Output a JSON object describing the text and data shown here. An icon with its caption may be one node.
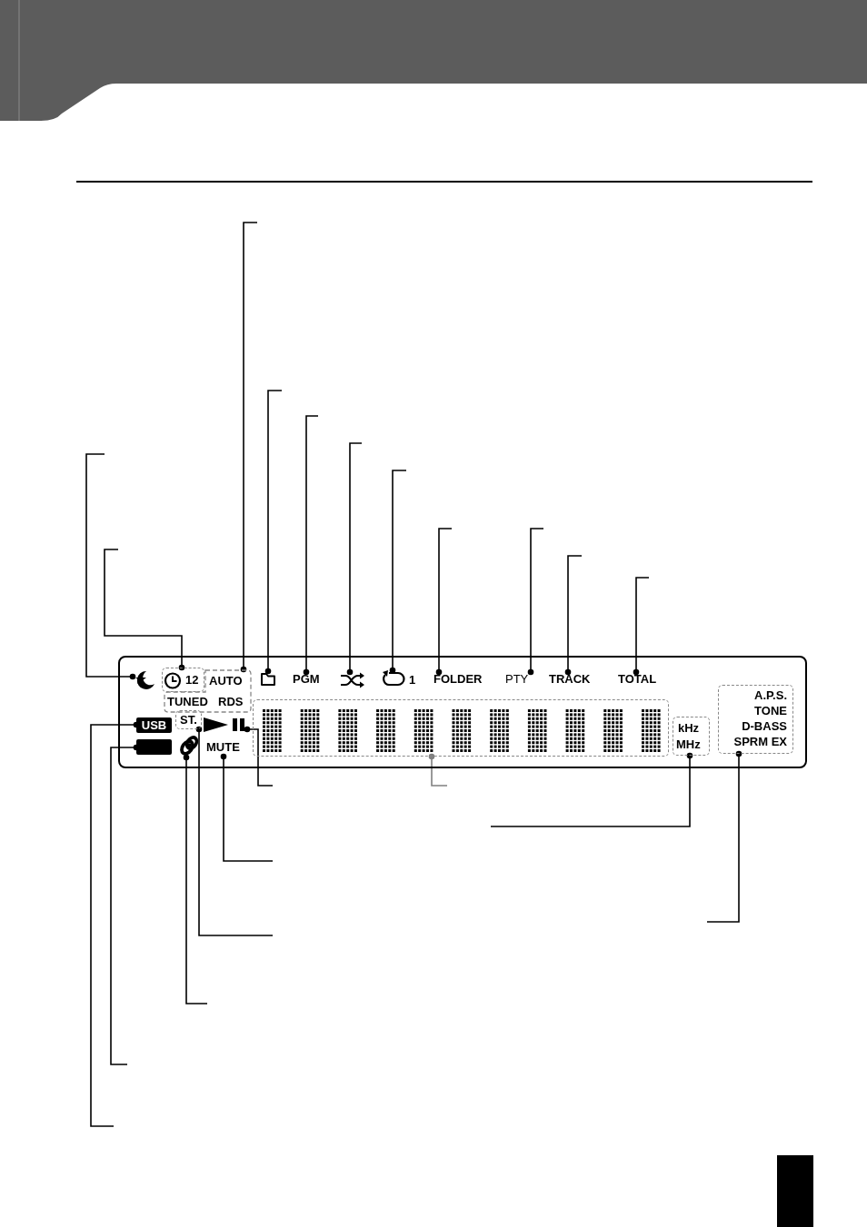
{
  "diagram": {
    "nodes": [
      {
        "text": [],
        "shape": "box"
      },
      {
        "text": [],
        "shape": "picture",
        "in": 0
      },
      {
        "text": [
          "12"
        ],
        "in": 0
      },
      {
        "text": [
          "AUTO",
          "TUNED",
          "RDS"
        ],
        "in": 0
      },
      {
        "text": [],
        "shape": "picture",
        "in": 0
      },
      {
        "text": [
          "PGM"
        ],
        "in": 0
      },
      {
        "text": [],
        "shape": "picture",
        "in": 0
      },
      {
        "text": [
          "1"
        ],
        "in": 0
      },
      {
        "text": [
          "FOLDER"
        ],
        "in": 0
      },
      {
        "text": [
          "PTY"
        ],
        "in": 0
      },
      {
        "text": [
          "TRACK"
        ],
        "in": 0
      },
      {
        "text": [
          "TOTAL"
        ],
        "in": 0
      },
      {
        "text": [
          "USB"
        ],
        "in": 0
      },
      {
        "text": [],
        "shape": "box",
        "in": 0
      },
      {
        "text": [
          "ST."
        ],
        "in": 0
      },
      {
        "text": [],
        "shape": "picture",
        "in": 0
      },
      {
        "text": [],
        "shape": "picture",
        "in": 0
      },
      {
        "text": [
          "MUTE"
        ],
        "in": 0
      },
      {
        "text": [],
        "shape": "box",
        "in": 0
      },
      {
        "text": [
          "kHz",
          "MHz"
        ],
        "in": 0
      },
      {
        "text": [
          "A.P.S.",
          "TONE",
          "D-BASS",
          "SPRM EX"
        ],
        "in": 0
      }
    ],
    "edges": [
      {
        "from": null,
        "to": 1,
        "arrow": "other"
      },
      {
        "from": null,
        "to": 2,
        "arrow": "other"
      },
      {
        "from": null,
        "to": 3,
        "arrow": "other"
      },
      {
        "from": null,
        "to": 4,
        "arrow": "other"
      },
      {
        "from": null,
        "to": 5,
        "arrow": "other"
      },
      {
        "from": null,
        "to": 6,
        "arrow": "other"
      },
      {
        "from": null,
        "to": 7,
        "arrow": "other"
      },
      {
        "from": null,
        "to": 8,
        "arrow": "other"
      },
      {
        "from": null,
        "to": 9,
        "arrow": "other"
      },
      {
        "from": null,
        "to": 10,
        "arrow": "other"
      },
      {
        "from": null,
        "to": 11,
        "arrow": "other"
      },
      {
        "from": null,
        "to": 12,
        "arrow": "other"
      },
      {
        "from": null,
        "to": 13,
        "arrow": "other"
      },
      {
        "from": null,
        "to": 14,
        "arrow": "other"
      },
      {
        "from": null,
        "to": 15,
        "arrow": "other"
      },
      {
        "from": null,
        "to": 16,
        "arrow": "other"
      },
      {
        "from": null,
        "to": 17,
        "arrow": "other"
      },
      {
        "from": null,
        "to": 18,
        "arrow": "other",
        "color": "#808080"
      },
      {
        "from": null,
        "to": 19,
        "arrow": "other"
      },
      {
        "from": null,
        "to": 20,
        "arrow": "other"
      }
    ]
  }
}
